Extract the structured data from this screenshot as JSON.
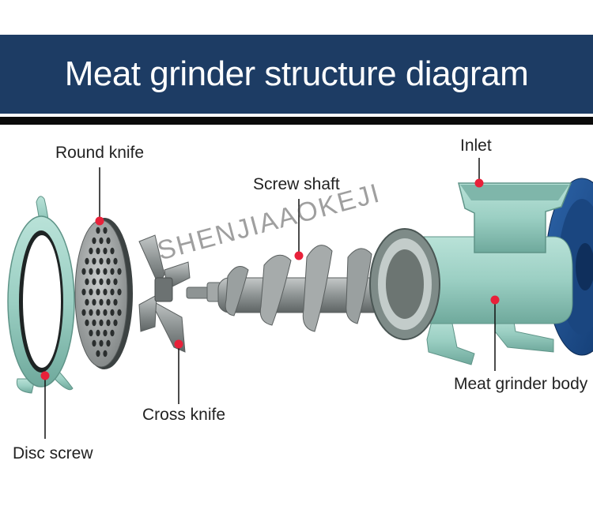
{
  "header": {
    "title": "Meat grinder structure diagram"
  },
  "labels": {
    "round_knife": "Round knife",
    "screw_shaft": "Screw shaft",
    "inlet": "Inlet",
    "cross_knife": "Cross knife",
    "disc_screw": "Disc screw",
    "body": "Meat grinder body"
  },
  "watermark": "SHENJIAAOKEJI",
  "colors": {
    "banner": "#1d3c64",
    "machine_teal": "#9ccfc4",
    "pulley_blue": "#1f4f8f",
    "marker_red": "#e8213a",
    "metal_gray": "#8a8f8f"
  }
}
